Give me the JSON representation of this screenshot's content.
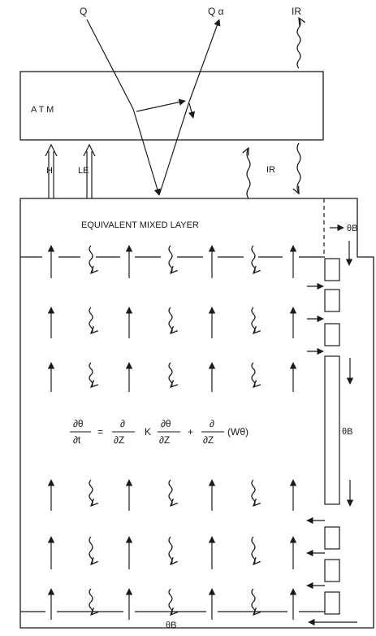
{
  "labels": {
    "q": "Q",
    "q_alpha": "Q α",
    "ir_top": "IR",
    "atm": "A T M",
    "h": "H",
    "le": "LE",
    "ir_mid": "IR",
    "mixed_layer": "EQUIVALENT MIXED LAYER",
    "theta_b_top": "θB",
    "theta_b_right": "θB",
    "theta_b_bottom": "θB"
  },
  "equation": {
    "lhs_num": "∂θ",
    "lhs_den": "∂t",
    "eq": "=",
    "t1_num": "∂",
    "t1_den": "∂Z",
    "k": "K",
    "t2_num": "∂θ",
    "t2_den": "∂Z",
    "plus": "+",
    "t3_num": "∂",
    "t3_den": "∂Z",
    "w_theta": "(Wθ)"
  },
  "colors": {
    "ink": "#1a1a1a",
    "background": "#ffffff"
  },
  "icons": [
    "arrow-up-icon",
    "wavy-arrow-down-icon",
    "wavy-arrow-up-icon",
    "arrow-right-icon",
    "arrow-left-icon",
    "arrow-down-icon"
  ]
}
